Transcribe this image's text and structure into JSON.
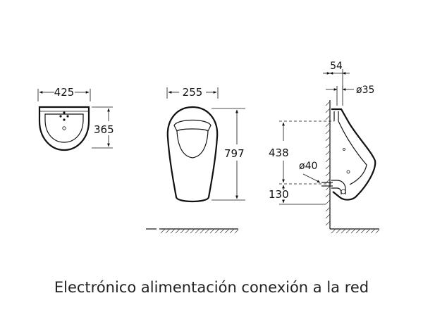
{
  "dimensions": {
    "top_width": "425",
    "top_depth": "365",
    "front_width": "255",
    "front_height": "797",
    "side_offset": "54",
    "inlet_diameter": "ø35",
    "inlet_height": "438",
    "outlet_diameter": "ø40",
    "outlet_height": "130"
  },
  "caption": "Electrónico alimentación conexión a la red"
}
